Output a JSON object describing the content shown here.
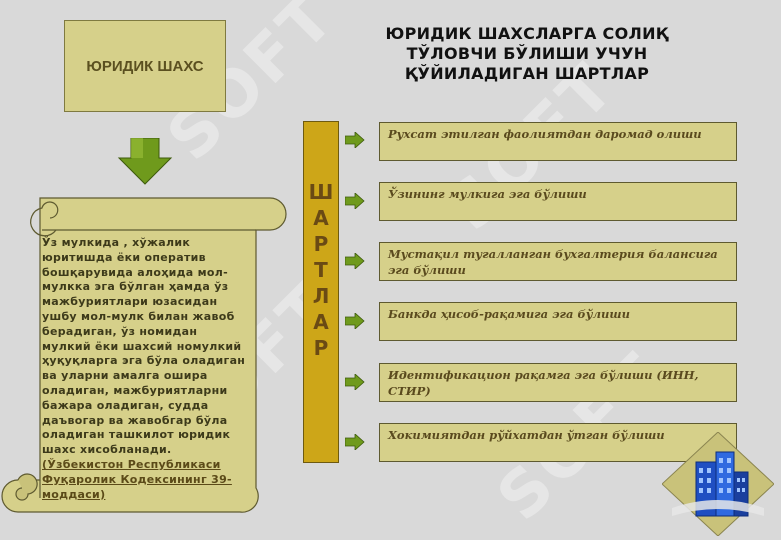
{
  "watermark": "SOFT",
  "entity": {
    "label": "ЮРИДИК ШАХС"
  },
  "title": {
    "line1": "ЮРИДИК ШАХСЛАРГА СОЛИҚ",
    "line2": "ТЎЛОВЧИ БЎЛИШИ УЧУН",
    "line3": "ҚЎЙИЛАДИГАН ШАРТЛАР"
  },
  "definition": {
    "text": "Ўз мулкида , хўжалик юритишда ёки оператив бошқарувида алоҳида мол-мулкка эга бўлган ҳамда ўз мажбуриятлари юзасидан ушбу мол-мулк билан жавоб берадиган, ўз номидан мулкий ёки шахсий номулкий ҳуқуқларга эга бўла оладиган ва уларни амалга ошира оладиган, мажбуриятларни бажара оладиган, судда даъвогар ва жавобгар бўла оладиган ташкилот юридик шахс хисобланади.",
    "reference": "(Ўзбекистон Республикаси Фуқаролик Кодексининг 39-моддаси)"
  },
  "conditions_label": [
    "Ш",
    "А",
    "Р",
    "Т",
    "Л",
    "А",
    "Р"
  ],
  "conditions": [
    "Рухсат этилган фаолиятдан даромад олиши",
    "Ўзининг мулкига эга бўлиши",
    "Мустақил тугалланган бухгалтерия балансига эга бўлиши",
    "Банкда ҳисоб-рақамига эга бўлиши",
    "Идентификацион рақамга эга бўлиши (ИНН, СТИР)",
    "Хокимиятдан рўйхатдан ўтган бўлиши"
  ],
  "colors": {
    "box_fill": "#d6d08a",
    "bar_fill": "#cda618",
    "arrow_green": "#6f9a1c",
    "scroll_fill": "#d6d08a"
  }
}
